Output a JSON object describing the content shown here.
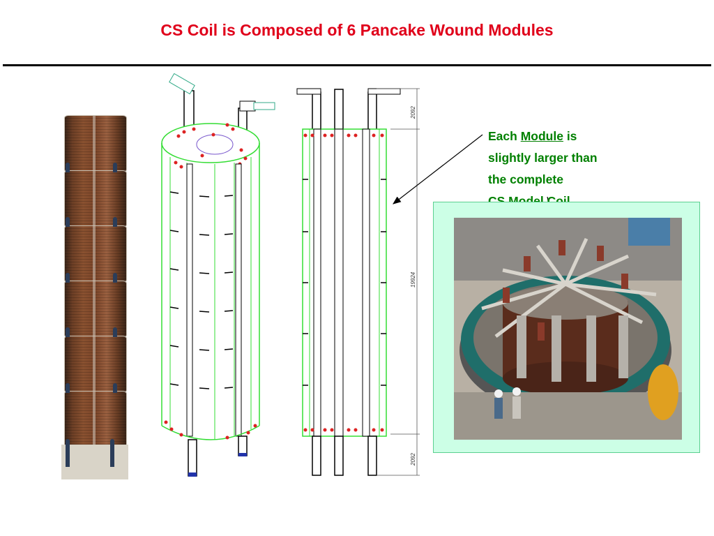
{
  "slide": {
    "title": "CS Coil is Composed of 6 Pancake Wound Modules"
  },
  "drawing": {
    "dim_top": "2092",
    "dim_total": "19924",
    "dim_bottom": "2092"
  },
  "callout": {
    "line1_prefix": "Each ",
    "line1_module": "Module",
    "line1_suffix": " is",
    "line2": "slightly larger than",
    "line3": "the complete",
    "line4": "CS Model Coil"
  },
  "colors": {
    "title": "#e0001a",
    "callout": "#008000",
    "frame_fill": "#ccffe6",
    "coil_outline": "#33dd33"
  }
}
